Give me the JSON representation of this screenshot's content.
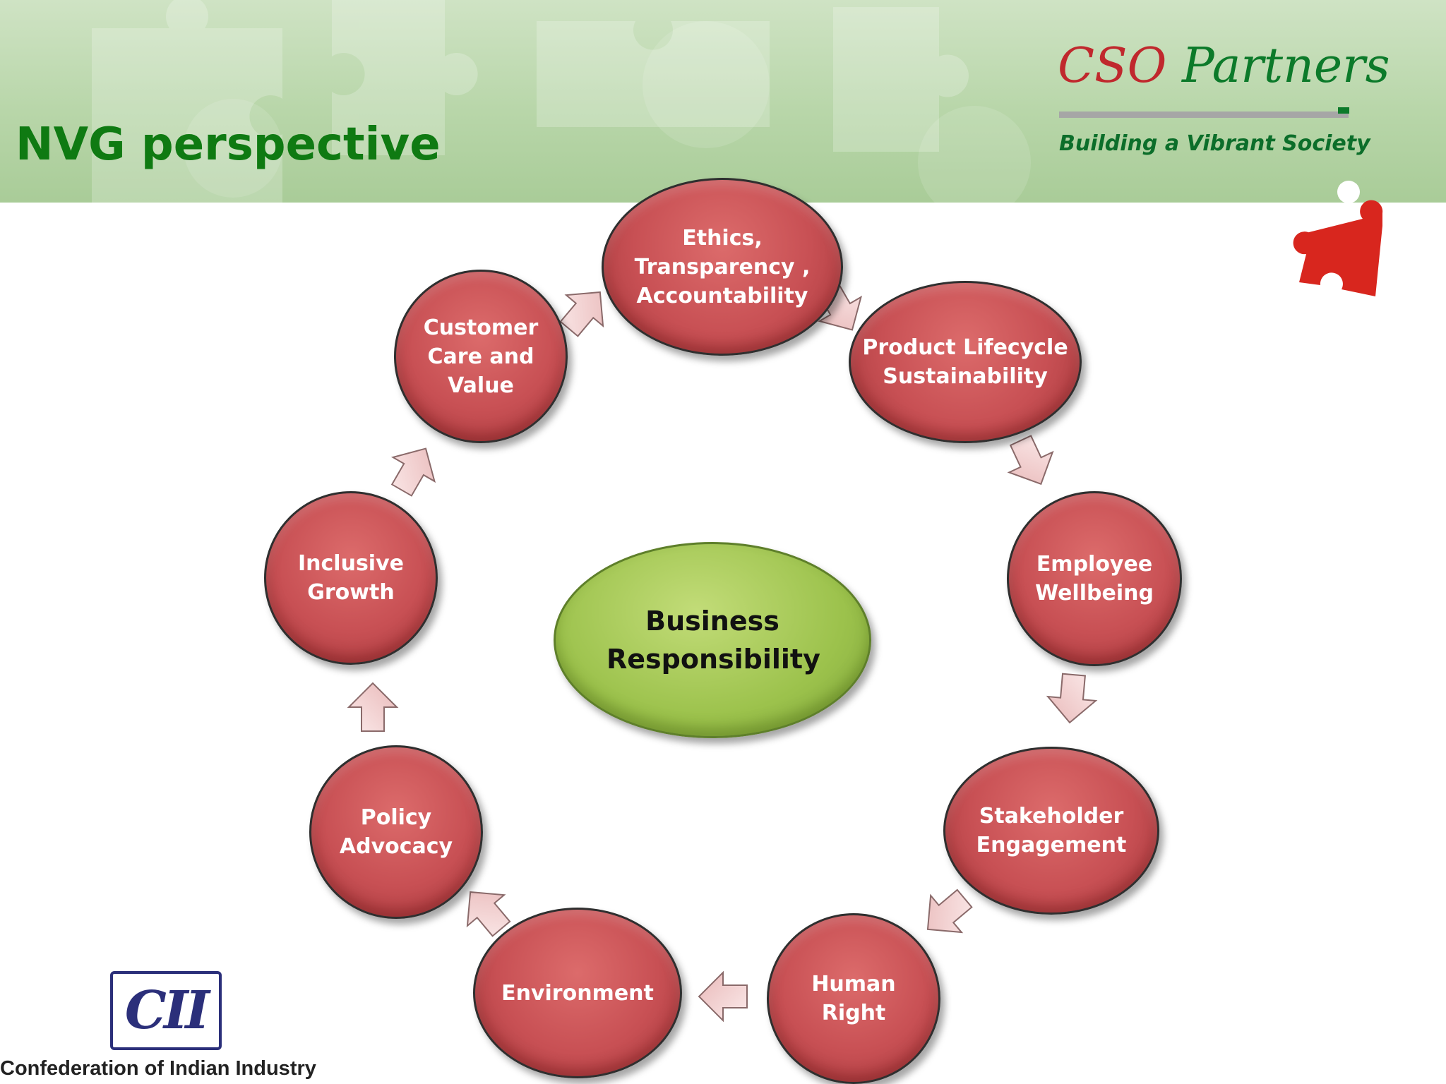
{
  "slide": {
    "title": "NVG perspective"
  },
  "branding": {
    "logo_word1": "CSO",
    "logo_word2": "Partners",
    "tagline": "Building a Vibrant Society",
    "footer_logo_text": "CII",
    "footer_org_name": "Confederation of Indian Industry"
  },
  "diagram": {
    "center": "Business Responsibility",
    "nodes": [
      "Ethics, Transparency , Accountability",
      "Product Lifecycle Sustainability",
      "Employee Wellbeing",
      "Stakeholder Engagement",
      "Human Right",
      "Environment",
      "Policy Advocacy",
      "Inclusive Growth",
      "Customer Care and Value"
    ],
    "flow": "clockwise"
  },
  "colors": {
    "title_green": "#0f7a12",
    "node_red": "#c85054",
    "center_green": "#9cc24c",
    "arrow_pink": "#f2d3d3"
  }
}
